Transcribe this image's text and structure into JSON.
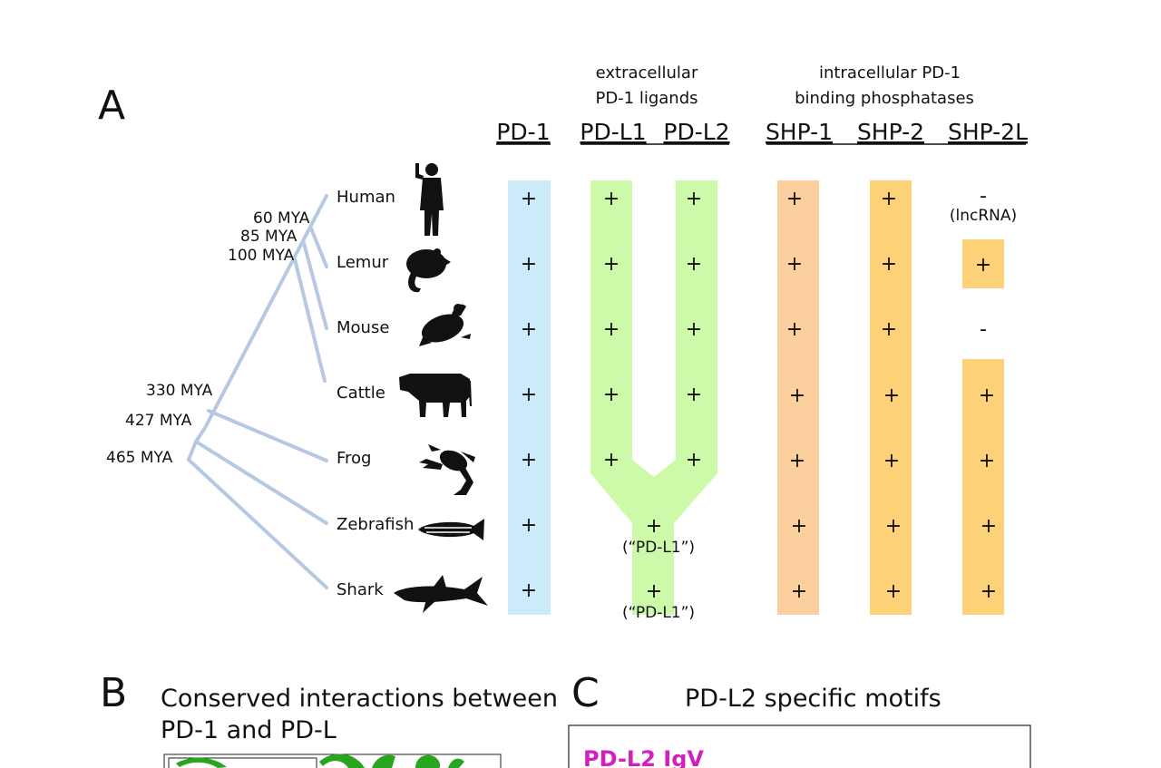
{
  "panel_a": {
    "letter": "A",
    "group_extracellular": [
      "extracellular",
      "PD-1 ligands"
    ],
    "group_intracellular": [
      "intracellular PD-1",
      "binding phosphatases"
    ],
    "columns": [
      "PD-1",
      "PD-L1",
      "PD-L2",
      "SHP-1",
      "SHP-2",
      "SHP-2L"
    ],
    "species": [
      "Human",
      "Lemur",
      "Mouse",
      "Cattle",
      "Frog",
      "Zebrafish",
      "Shark"
    ],
    "divergence_times": [
      "60 MYA",
      "85 MYA",
      "100 MYA",
      "330 MYA",
      "427 MYA",
      "465 MYA"
    ],
    "presence": {
      "PD-1": [
        "+",
        "+",
        "+",
        "+",
        "+",
        "+",
        "+"
      ],
      "PD-L1": [
        "+",
        "+",
        "+",
        "+",
        "+"
      ],
      "PD-L2": [
        "+",
        "+",
        "+",
        "+",
        "+"
      ],
      "merged_PD-L1": [
        "+",
        "+"
      ],
      "merged_note": [
        "(“PD-L1”)",
        "(“PD-L1”)"
      ],
      "SHP-1": [
        "+",
        "+",
        "+",
        "+",
        "+",
        "+",
        "+"
      ],
      "SHP-2": [
        "+",
        "+",
        "+",
        "+",
        "+",
        "+",
        "+"
      ],
      "SHP-2L": [
        "-",
        "+",
        "-",
        "+",
        "+",
        "+",
        "+"
      ],
      "SHP-2L_human_note": "(lncRNA)"
    },
    "colors": {
      "tree": "#b7c9e2",
      "pd1": "#cdeafb",
      "ligands": "#cdfaa8",
      "shp1": "#fccf9f",
      "shp2": "#fdd177"
    },
    "icons": [
      "human-silhouette-icon",
      "lemur-silhouette-icon",
      "mouse-silhouette-icon",
      "cattle-silhouette-icon",
      "frog-silhouette-icon",
      "zebrafish-silhouette-icon",
      "shark-silhouette-icon"
    ]
  },
  "panel_b": {
    "letter": "B",
    "title": [
      "Conserved interactions between",
      "PD-1 and PD-L"
    ],
    "structure_color": "#2aa51f"
  },
  "panel_c": {
    "letter": "C",
    "title": "PD-L2 specific motifs",
    "box_label": "PD-L2 IgV",
    "label_color": "#d41fbf"
  }
}
